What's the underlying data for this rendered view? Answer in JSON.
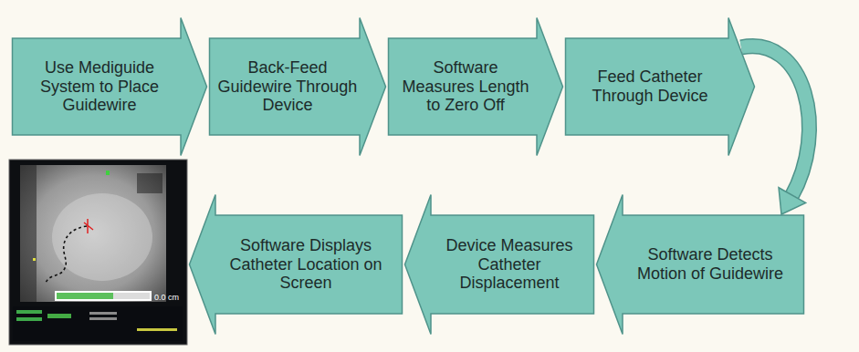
{
  "diagram": {
    "nodes": [
      {
        "text": [
          "Use Mediguide System to Place Guidewire"
        ]
      },
      {
        "text": [
          "Back-Feed Guidewire Through Device"
        ]
      },
      {
        "text": [
          "Software Measures Length to Zero Off"
        ]
      },
      {
        "text": [
          "Feed Catheter Through Device"
        ]
      },
      {
        "text": [
          "Software Detects Motion of Guidewire"
        ]
      },
      {
        "text": [
          "Device Measures Catheter Displacement"
        ]
      },
      {
        "text": [
          "Software Displays Catheter Location on Screen"
        ]
      }
    ],
    "edges": [
      {
        "from": 3,
        "to": 4,
        "arrow": "to"
      }
    ],
    "labels": [
      "0.0 cm"
    ]
  }
}
